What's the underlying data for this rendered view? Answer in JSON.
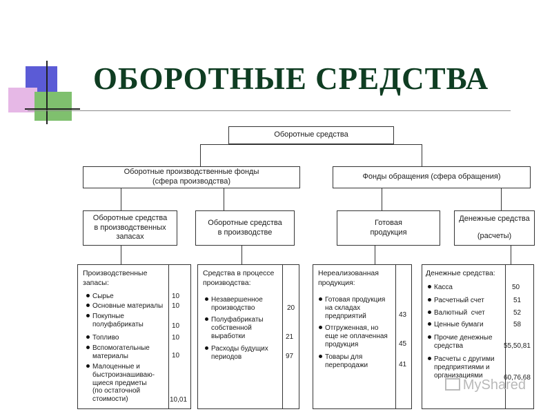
{
  "title": "ОБОРОТНЫЕ СРЕДСТВА",
  "root": "Оборотные средства",
  "level1": {
    "left": [
      "Оборотные производственные фонды",
      "(сфера производства)"
    ],
    "right": "Фонды обращения (сфера обращения)"
  },
  "level2": {
    "a": [
      "Оборотные средства",
      "в производственных",
      "запасах"
    ],
    "b": [
      "Оборотные средства",
      "в производстве"
    ],
    "c": [
      "Готовая",
      "продукция"
    ],
    "d": [
      "Денежные средства",
      "(расчеты)"
    ]
  },
  "panel1": {
    "header": [
      "Производственные",
      "запасы:"
    ],
    "items": [
      {
        "text": [
          "Сырье"
        ],
        "value": "10"
      },
      {
        "text": [
          "Основные материалы"
        ],
        "value": "10"
      },
      {
        "text": [
          "Покупные",
          "полуфабрикаты"
        ],
        "value": "10"
      },
      {
        "text": [
          "Топливо"
        ],
        "value": "10"
      },
      {
        "text": [
          "Вспомогательные",
          "материалы"
        ],
        "value": "10"
      },
      {
        "text": [
          "Малоценные и",
          "быстроизнашиваю-",
          "щиеся предметы",
          "(по остаточной",
          "стоимости)"
        ],
        "value": "10,01"
      }
    ]
  },
  "panel2": {
    "header": [
      "Средства в процессе",
      "производства:"
    ],
    "items": [
      {
        "text": [
          "Незавершенное",
          "производство"
        ],
        "value": "20"
      },
      {
        "text": [
          "Полуфабрикаты",
          "собственной",
          "выработки"
        ],
        "value": "21"
      },
      {
        "text": [
          "Расходы будущих",
          "периодов"
        ],
        "value": "97"
      }
    ]
  },
  "panel3": {
    "header": [
      "Нереализованная",
      "продукция:"
    ],
    "items": [
      {
        "text": [
          "Готовая продукция",
          "на складах",
          "предприятий"
        ],
        "value": "43"
      },
      {
        "text": [
          "Отгруженная, но",
          "еще не оплаченная",
          "продукция"
        ],
        "value": "45"
      },
      {
        "text": [
          "Товары для",
          "перепродажи"
        ],
        "value": "41"
      }
    ]
  },
  "panel4": {
    "header": [
      "Денежные средства:"
    ],
    "items": [
      {
        "text": [
          "Касса"
        ],
        "value": "50"
      },
      {
        "text": [
          "Расчетный счет"
        ],
        "value": "51"
      },
      {
        "text": [
          "Валютный  счет"
        ],
        "value": "52"
      },
      {
        "text": [
          "Ценные бумаги"
        ],
        "value": "58"
      },
      {
        "text": [
          "Прочие денежные",
          "средства"
        ],
        "value": "55,50,81"
      },
      {
        "text": [
          "Расчеты с другими",
          "предприятиями и",
          "организациями"
        ],
        "value": "60,76,68"
      }
    ]
  },
  "watermark": "MyShared"
}
